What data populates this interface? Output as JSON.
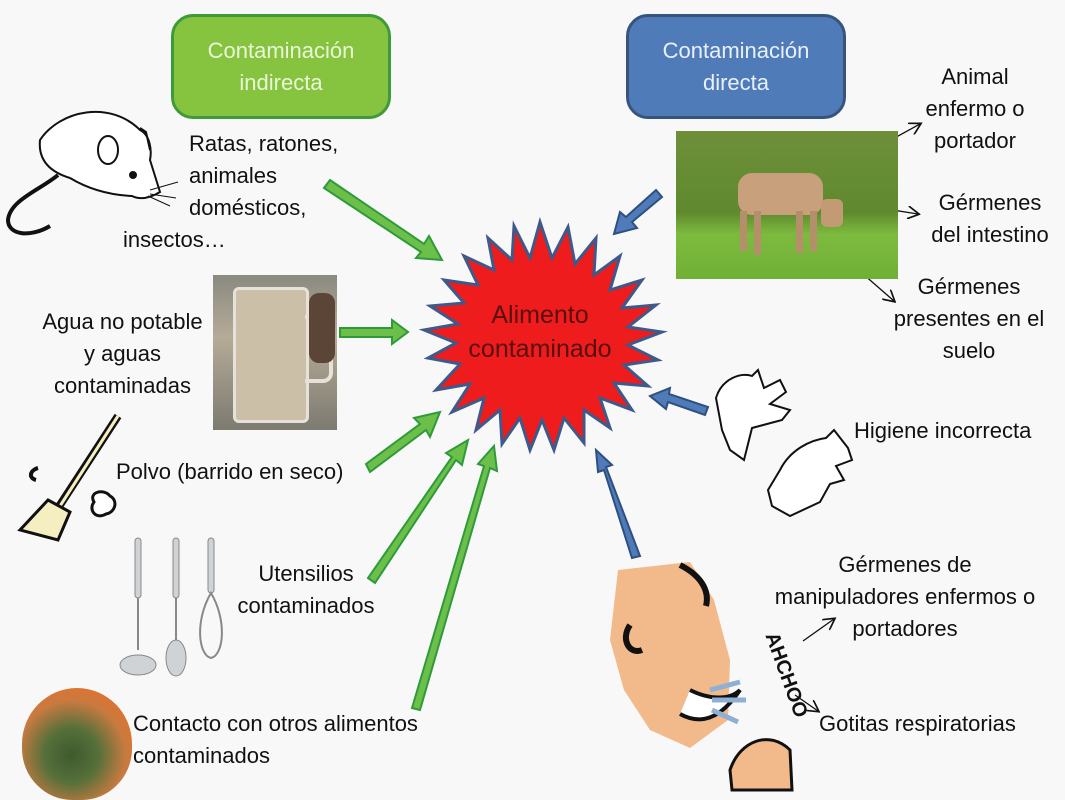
{
  "diagram": {
    "center": {
      "label": "Alimento\ncontaminado",
      "fill": "#ee1c1c",
      "stroke": "#3e5a8a"
    },
    "categories": {
      "indirect": {
        "label": "Contaminación\nindirecta",
        "color": "#86c440",
        "border": "#3f9a3a"
      },
      "direct": {
        "label": "Contaminación\ndirecta",
        "color": "#4f7cb9",
        "border": "#36557e"
      }
    },
    "indirect_sources": [
      {
        "id": "animals",
        "label": "Ratas, ratones,\nanimales\ndomésticos,",
        "label_tail": "insectos…",
        "icon": "rat-icon"
      },
      {
        "id": "water",
        "label": "Agua no potable\ny aguas\ncontaminadas",
        "icon": "dirty-water-mug-photo"
      },
      {
        "id": "dust",
        "label": "Polvo (barrido en seco)",
        "icon": "broom-icon"
      },
      {
        "id": "utensils",
        "label": "Utensilios\ncontaminados",
        "icon": "kitchen-utensils-photo"
      },
      {
        "id": "contact",
        "label": "Contacto con otros alimentos\ncontaminados",
        "icon": "moldy-orange-photo"
      }
    ],
    "direct_sources": [
      {
        "id": "cow",
        "icon": "grazing-cow-photo",
        "callouts": [
          {
            "label": "Animal\nenfermo o\nportador"
          },
          {
            "label": "Gérmenes\ndel intestino"
          },
          {
            "label": "Gérmenes\npresentes en el\nsuelo"
          }
        ]
      },
      {
        "id": "hygiene",
        "label": "Higiene incorrecta",
        "icon": "hands-icon"
      },
      {
        "id": "handlers",
        "icon": "sneezing-man-icon",
        "callouts": [
          {
            "label": "Gérmenes de\nmanipuladores enfermos o\nportadores"
          },
          {
            "label": "Gotitas respiratorias"
          }
        ],
        "sneeze_text": "AHCHOO"
      }
    ],
    "arrow_colors": {
      "indirect": "#6cc04a",
      "indirect_outline": "#2f9a3a",
      "direct": "#4f7cb9",
      "direct_outline": "#2f4f80"
    }
  }
}
